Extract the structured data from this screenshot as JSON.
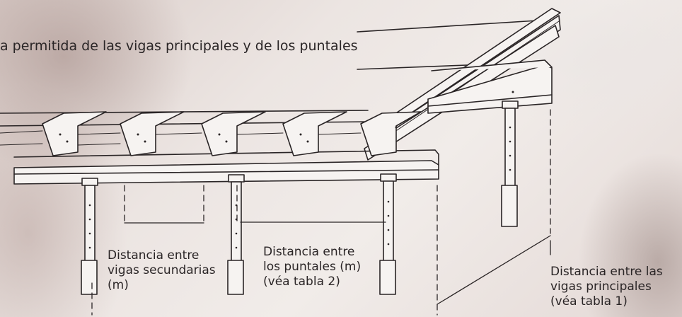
{
  "title": "a permitida de las vigas principales y de los puntales",
  "labels": {
    "secondary_spacing": "Distancia entre\nvigas secundarias\n(m)",
    "prop_spacing": "Distancia entre\nlos puntales (m)\n(véa tabla 2)",
    "main_spacing": "Distancia entre las\nvigas principales\n(véa tabla 1)"
  },
  "colors": {
    "ink": "#2a2526",
    "paper": "#efe9e6",
    "beam_fill": "#f6f3f1"
  }
}
